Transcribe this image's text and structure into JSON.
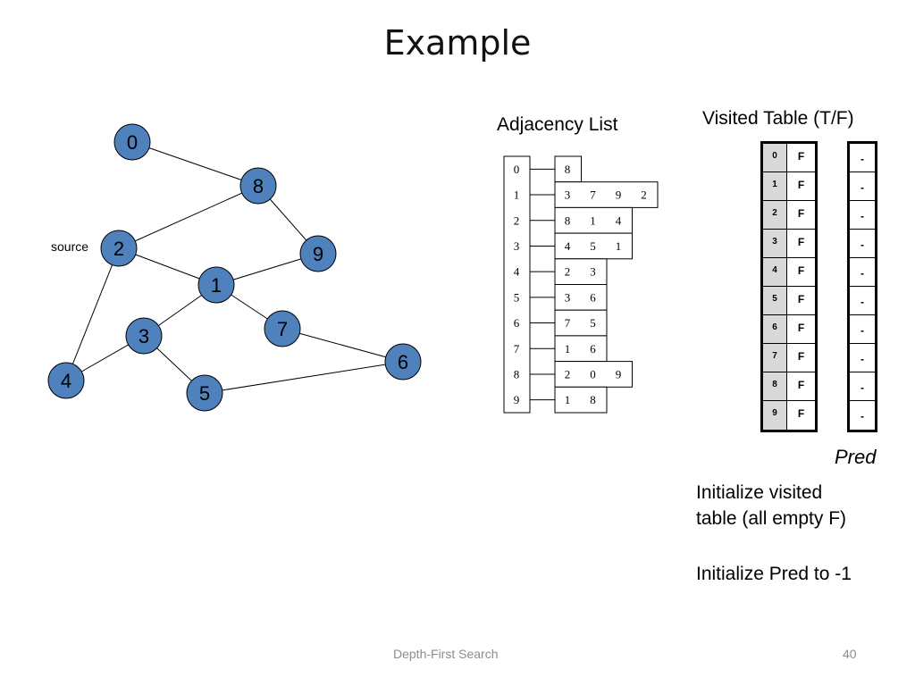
{
  "title": "Example",
  "graph": {
    "node_color": "#4f81bd",
    "source_label": "source",
    "nodes": [
      {
        "id": "0"
      },
      {
        "id": "8"
      },
      {
        "id": "2"
      },
      {
        "id": "9"
      },
      {
        "id": "1"
      },
      {
        "id": "3"
      },
      {
        "id": "7"
      },
      {
        "id": "6"
      },
      {
        "id": "4"
      },
      {
        "id": "5"
      }
    ],
    "edges": [
      [
        "0",
        "8"
      ],
      [
        "8",
        "2"
      ],
      [
        "8",
        "9"
      ],
      [
        "2",
        "1"
      ],
      [
        "2",
        "4"
      ],
      [
        "9",
        "1"
      ],
      [
        "1",
        "3"
      ],
      [
        "1",
        "7"
      ],
      [
        "3",
        "4"
      ],
      [
        "3",
        "5"
      ],
      [
        "7",
        "6"
      ],
      [
        "5",
        "6"
      ]
    ]
  },
  "adjacency": {
    "title": "Adjacency List",
    "rows": [
      {
        "index": "0",
        "neighbors": [
          "8"
        ]
      },
      {
        "index": "1",
        "neighbors": [
          "3",
          "7",
          "9",
          "2"
        ]
      },
      {
        "index": "2",
        "neighbors": [
          "8",
          "1",
          "4"
        ]
      },
      {
        "index": "3",
        "neighbors": [
          "4",
          "5",
          "1"
        ]
      },
      {
        "index": "4",
        "neighbors": [
          "2",
          "3"
        ]
      },
      {
        "index": "5",
        "neighbors": [
          "3",
          "6"
        ]
      },
      {
        "index": "6",
        "neighbors": [
          "7",
          "5"
        ]
      },
      {
        "index": "7",
        "neighbors": [
          "1",
          "6"
        ]
      },
      {
        "index": "8",
        "neighbors": [
          "2",
          "0",
          "9"
        ]
      },
      {
        "index": "9",
        "neighbors": [
          "1",
          "8"
        ]
      }
    ]
  },
  "visited": {
    "title": "Visited Table (T/F)",
    "rows": [
      {
        "index": "0",
        "value": "F"
      },
      {
        "index": "1",
        "value": "F"
      },
      {
        "index": "2",
        "value": "F"
      },
      {
        "index": "3",
        "value": "F"
      },
      {
        "index": "4",
        "value": "F"
      },
      {
        "index": "5",
        "value": "F"
      },
      {
        "index": "6",
        "value": "F"
      },
      {
        "index": "7",
        "value": "F"
      },
      {
        "index": "8",
        "value": "F"
      },
      {
        "index": "9",
        "value": "F"
      }
    ]
  },
  "pred": {
    "label": "Pred",
    "values": [
      "-",
      "-",
      "-",
      "-",
      "-",
      "-",
      "-",
      "-",
      "-",
      "-"
    ]
  },
  "notes": {
    "line1": "Initialize visited",
    "line2": "table (all empty F)",
    "line3": "Initialize Pred to -1"
  },
  "footer": {
    "center": "Depth-First Search",
    "page": "40"
  }
}
